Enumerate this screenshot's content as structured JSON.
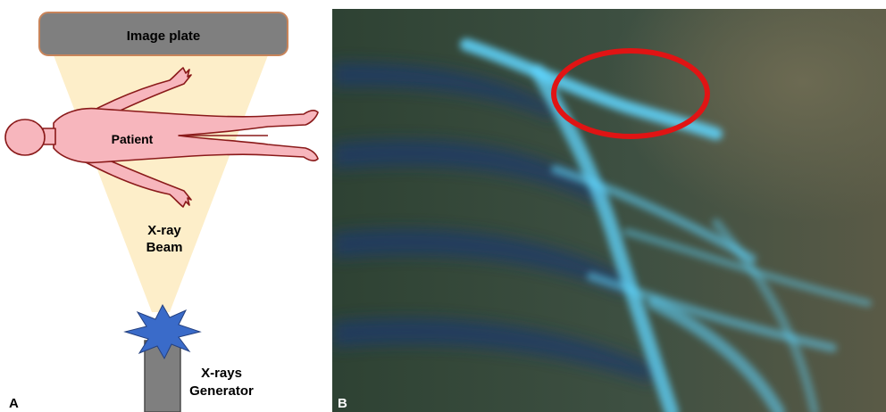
{
  "panel_a": {
    "letter": "A",
    "image_plate_label": "Image plate",
    "patient_label": "Patient",
    "beam_label_line1": "X-ray",
    "beam_label_line2": "Beam",
    "generator_label_line1": "X-rays",
    "generator_label_line2": "Generator"
  },
  "panel_b": {
    "letter": "B"
  },
  "colors": {
    "plate_fill": "#7f7f7f",
    "plate_border": "#c8845a",
    "beam": "#fdeec9",
    "patient_fill": "#f7b6bd",
    "patient_outline": "#8a1a1a",
    "burst": "#3a6bc9",
    "xray_background": "#3d4f3f",
    "bone": "#5fd6ff",
    "highlight_ellipse": "#e01414"
  }
}
